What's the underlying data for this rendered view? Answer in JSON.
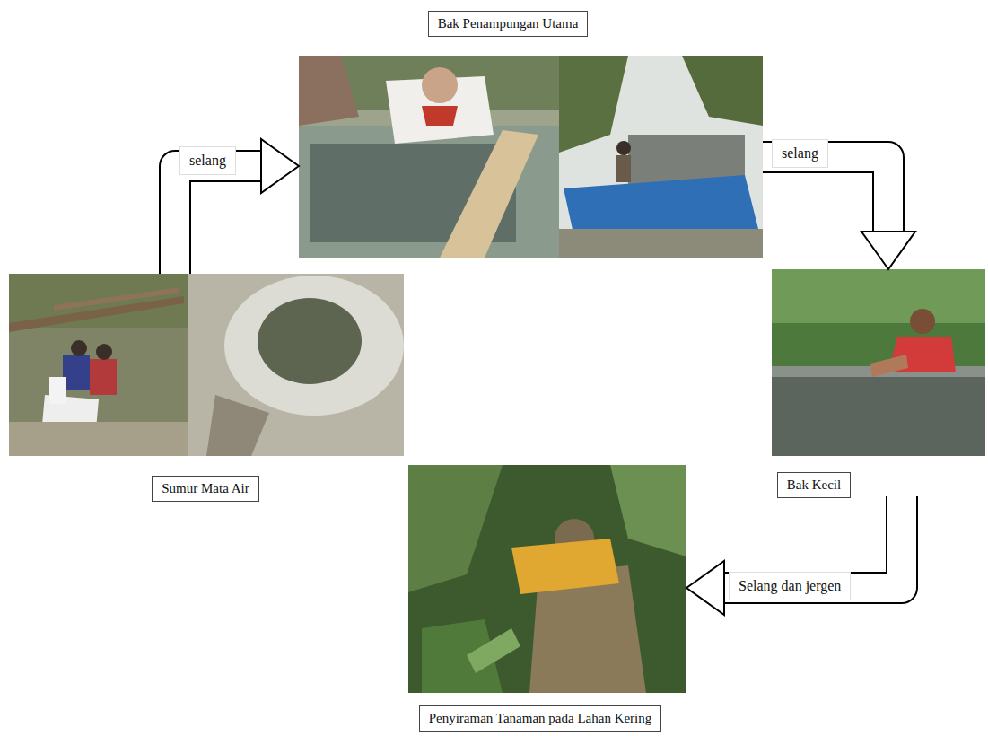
{
  "diagram": {
    "nodes": [
      {
        "text": [
          "Sumur Mata Air"
        ]
      },
      {
        "text": [
          "Bak Penampungan Utama"
        ]
      },
      {
        "text": [
          "Bak Kecil"
        ]
      },
      {
        "text": [
          "Penyiraman Tanaman pada Lahan Kering"
        ]
      }
    ],
    "edges": [
      {
        "from": 0,
        "to": 1,
        "label": "selang",
        "arrow": "to"
      },
      {
        "from": 1,
        "to": 2,
        "label": "selang",
        "arrow": "to"
      },
      {
        "from": 2,
        "to": 3,
        "label": "Selang dan jergen",
        "arrow": "to"
      }
    ]
  }
}
